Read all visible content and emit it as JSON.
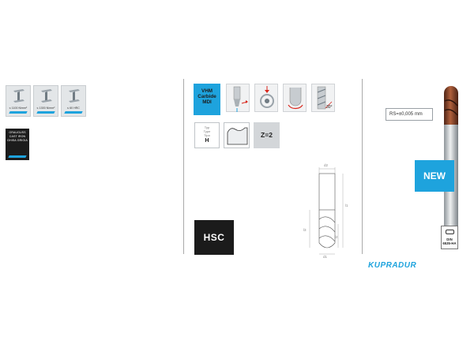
{
  "materials": {
    "tiles": [
      {
        "label": "≤ 1100 N/mm²"
      },
      {
        "label": "≤ 1300 N/mm²"
      },
      {
        "label": "≤ 60 HRC"
      }
    ],
    "gusseisen_lines": [
      "GRAUGUSS",
      "CAST IRON",
      "GHISA GRIGIA"
    ]
  },
  "tool": {
    "substrate_lines": [
      "VHM",
      "Carbide",
      "MDI"
    ],
    "helix_angle": "30°",
    "type_lines": [
      "Typ",
      "Type",
      "Tipo"
    ],
    "type_value": "H",
    "flutes": "Z=2",
    "hsc_label": "HSC",
    "dims": {
      "d2": "d2",
      "l1": "l1",
      "l2": "l2",
      "l3": "l3",
      "d1": "d1"
    }
  },
  "product": {
    "radius_tolerance": "RS=±0,005 mm",
    "new_badge": "NEW",
    "din_lines": [
      "DIN",
      "6535-HA"
    ],
    "brand": "KUPRADUR"
  },
  "colors": {
    "accent": "#1ea3dd",
    "dark": "#1b1b1b",
    "coating": "#7a3a22"
  }
}
